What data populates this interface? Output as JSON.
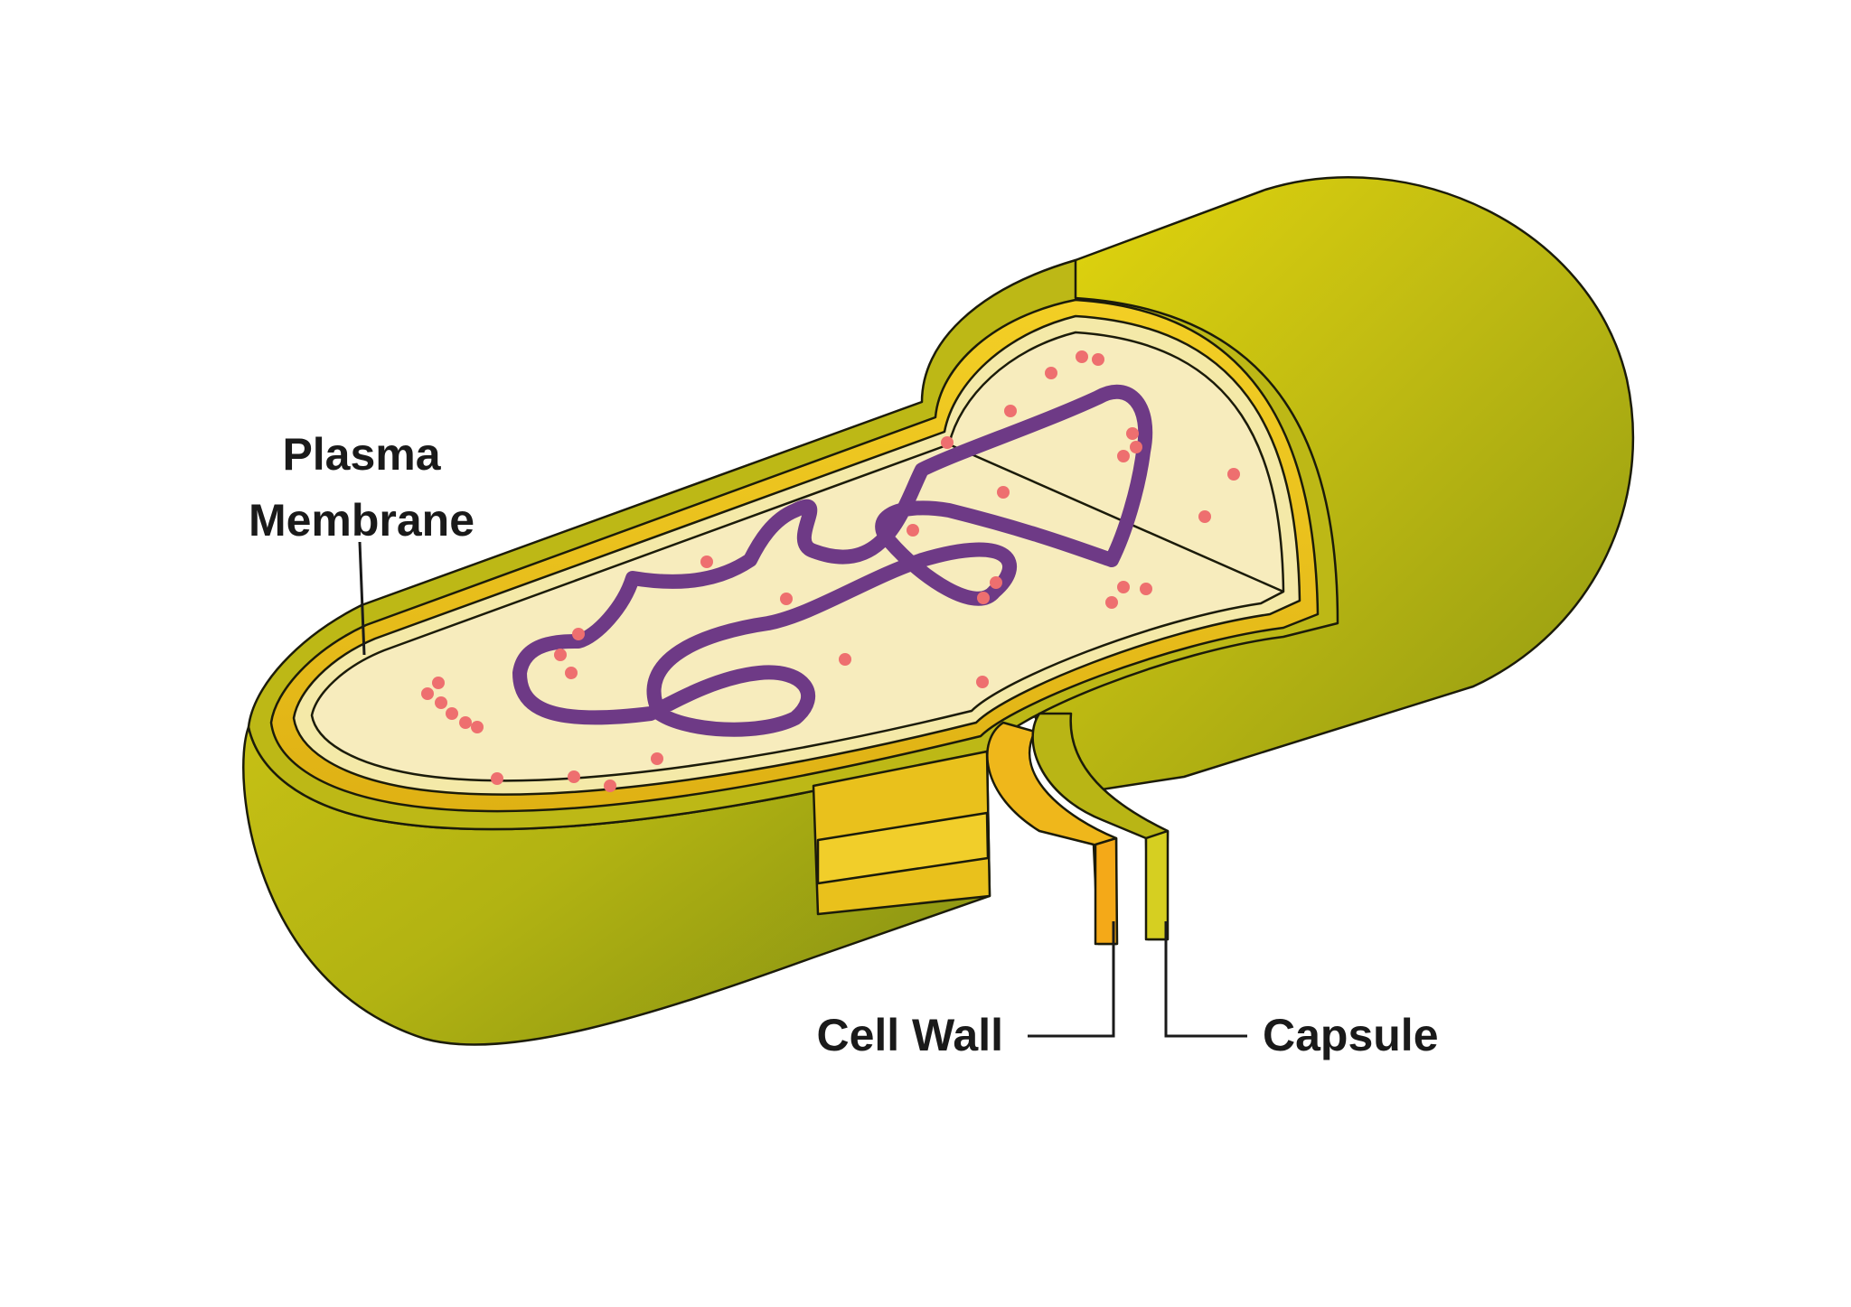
{
  "labels": {
    "plasma_membrane_line1": "Plasma",
    "plasma_membrane_line2": "Membrane",
    "cell_wall": "Cell Wall",
    "capsule": "Capsule"
  },
  "colors": {
    "capsule_olive": "#b5b513",
    "capsule_highlight": "#e2d30e",
    "cell_wall_gold": "#eec51d",
    "cytoplasm_cream": "#f6eab7",
    "dna_purple": "#6e3a86",
    "ribosome_red": "#ee6f6f"
  }
}
